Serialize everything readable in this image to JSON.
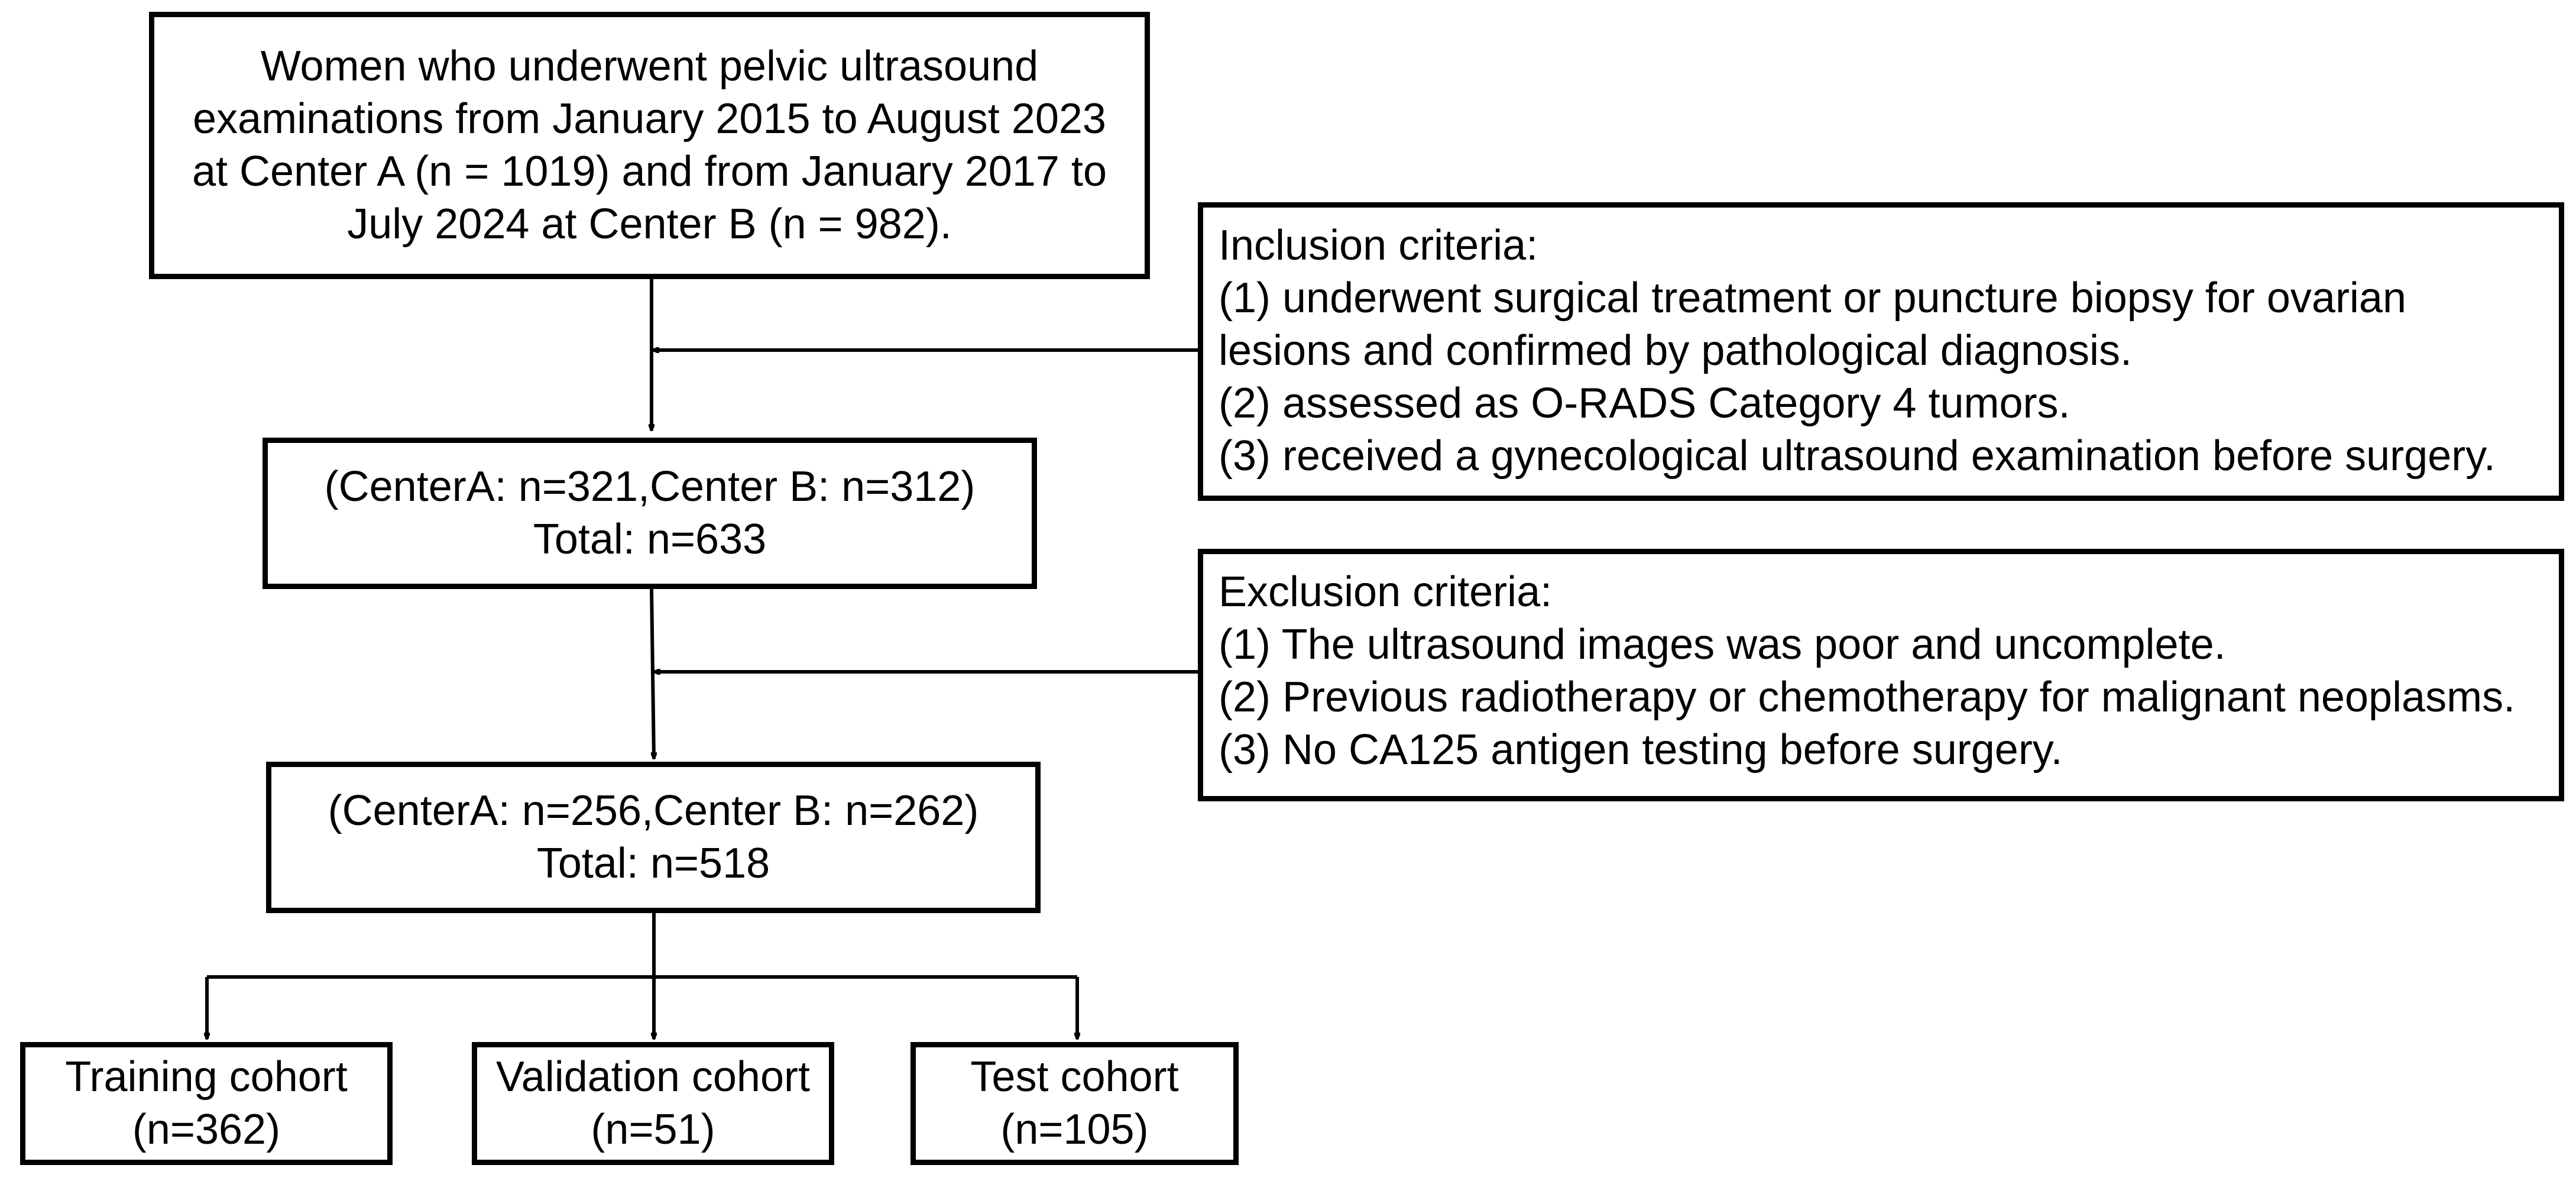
{
  "diagram": {
    "source_box": {
      "lines": [
        "Women who underwent pelvic ultrasound",
        "examinations from January 2015 to August 2023",
        "at Center A (n = 1019) and from January 2017 to",
        "July 2024 at Center B (n = 982)."
      ]
    },
    "inclusion_box": {
      "title": "Inclusion criteria:",
      "items": [
        "(1) underwent surgical treatment or puncture biopsy for ovarian",
        "lesions and confirmed by pathological diagnosis.",
        "(2) assessed as O-RADS Category 4 tumors.",
        "(3) received a gynecological ultrasound examination before surgery."
      ]
    },
    "after_inclusion_box": {
      "lines": [
        "(CenterA: n=321,Center B: n=312)",
        "Total: n=633"
      ]
    },
    "exclusion_box": {
      "title": "Exclusion criteria:",
      "items": [
        "(1) The ultrasound images was poor and uncomplete.",
        "(2) Previous radiotherapy or chemotherapy for malignant neoplasms.",
        "(3) No CA125 antigen testing before surgery."
      ]
    },
    "after_exclusion_box": {
      "lines": [
        "(CenterA: n=256,Center B: n=262)",
        "Total: n=518"
      ]
    },
    "cohorts": [
      {
        "label": "Training cohort",
        "count": "(n=362)"
      },
      {
        "label": "Validation cohort",
        "count": "(n=51)"
      },
      {
        "label": "Test cohort",
        "count": "(n=105)"
      }
    ],
    "colors": {
      "line": "#000000",
      "background": "#ffffff",
      "text": "#000000"
    }
  }
}
